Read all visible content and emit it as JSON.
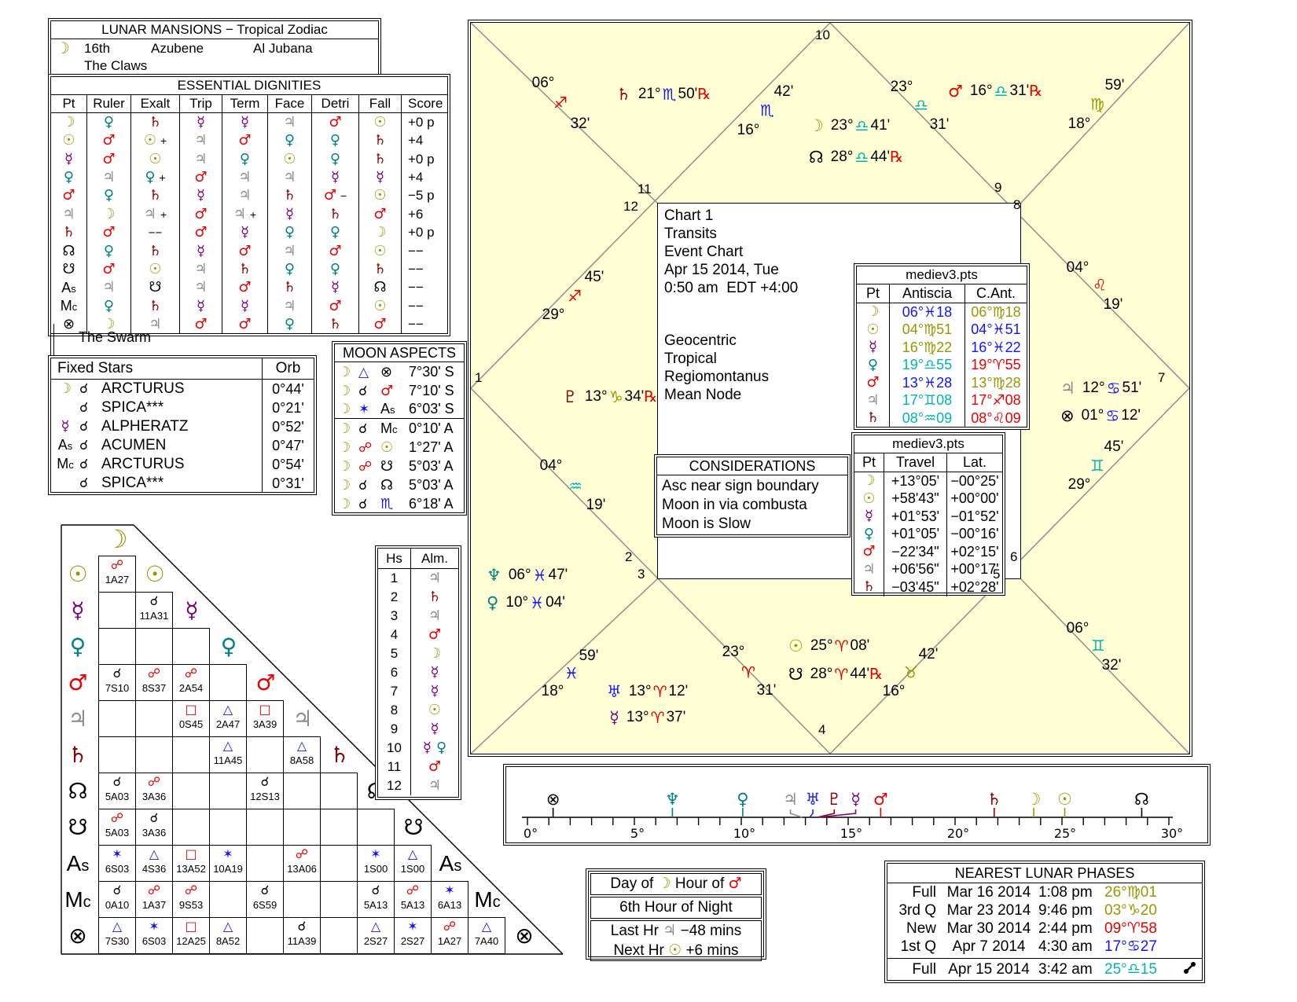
{
  "symbols": {
    "planets": {
      "moon": {
        "g": "☽",
        "c": "#979700"
      },
      "sun": {
        "g": "☉",
        "c": "#979700"
      },
      "mercury": {
        "g": "☿",
        "c": "#800080"
      },
      "venus": {
        "g": "♀",
        "c": "#008080"
      },
      "mars": {
        "g": "♂",
        "c": "#e80000"
      },
      "jupiter": {
        "g": "♃",
        "c": "#8c8c8c"
      },
      "saturn": {
        "g": "♄",
        "c": "#8b0000"
      },
      "uranus": {
        "g": "♅",
        "c": "#2424ff"
      },
      "neptune": {
        "g": "♆",
        "c": "#008080"
      },
      "pluto": {
        "g": "♇",
        "c": "#8b0000"
      },
      "nnode": {
        "g": "☊",
        "c": "#000000"
      },
      "snode": {
        "g": "☋",
        "c": "#000000"
      },
      "asc": {
        "g": "As",
        "c": "#000000",
        "text": true
      },
      "mc": {
        "g": "Mc",
        "c": "#000000",
        "text": true
      },
      "fortune": {
        "g": "⊗",
        "c": "#000000"
      }
    },
    "signs": {
      "aries": {
        "g": "♈",
        "c": "#e80000"
      },
      "taurus": {
        "g": "♉",
        "c": "#979700"
      },
      "gemini": {
        "g": "♊",
        "c": "#00b4b4"
      },
      "cancer": {
        "g": "♋",
        "c": "#1414ff"
      },
      "leo": {
        "g": "♌",
        "c": "#e80000"
      },
      "virgo": {
        "g": "♍",
        "c": "#979700"
      },
      "libra": {
        "g": "♎",
        "c": "#00b4b4"
      },
      "scorpio": {
        "g": "♏",
        "c": "#1414ff"
      },
      "sagittarius": {
        "g": "♐",
        "c": "#e80000"
      },
      "capricorn": {
        "g": "♑",
        "c": "#979700"
      },
      "aquarius": {
        "g": "♒",
        "c": "#00b4b4"
      },
      "pisces": {
        "g": "♓",
        "c": "#1414ff"
      }
    },
    "aspects": {
      "con": {
        "g": "☌",
        "c": "#000000"
      },
      "opp": {
        "g": "☍",
        "c": "#e80000"
      },
      "sq": {
        "g": "□",
        "c": "#e80000"
      },
      "tri": {
        "g": "△",
        "c": "#1414ff"
      },
      "sex": {
        "g": "✶",
        "c": "#1414ff"
      }
    },
    "rx": {
      "g": "℞",
      "c": "#e80000"
    }
  },
  "lunar_mansions": {
    "title": "LUNAR MANSIONS − Tropical Zodiac",
    "pt": "moon",
    "number": "16th",
    "name": "Azubene",
    "alt_name": "Al Jubana",
    "meaning": "The Claws"
  },
  "dignities": {
    "title": "ESSENTIAL DIGNITIES",
    "columns": [
      "Pt",
      "Ruler",
      "Exalt",
      "Trip",
      "Term",
      "Face",
      "Detri",
      "Fall",
      "Score"
    ],
    "rows": [
      {
        "pt": "moon",
        "cells": [
          "venus",
          "saturn",
          "mercury",
          "mercury",
          "jupiter",
          "mars",
          "sun"
        ],
        "score": "+0 p"
      },
      {
        "pt": "sun",
        "cells": [
          "mars",
          "sun+",
          "jupiter",
          "mars",
          "venus",
          "venus",
          "saturn"
        ],
        "score": "+4"
      },
      {
        "pt": "mercury",
        "cells": [
          "mars",
          "sun",
          "jupiter",
          "venus",
          "sun",
          "venus",
          "saturn"
        ],
        "score": "+0 p"
      },
      {
        "pt": "venus",
        "cells": [
          "jupiter",
          "venus+",
          "mars",
          "jupiter",
          "jupiter",
          "mercury",
          "mercury"
        ],
        "score": "+4"
      },
      {
        "pt": "mars",
        "cells": [
          "venus",
          "saturn",
          "mercury",
          "jupiter",
          "saturn",
          "mars-",
          "sun"
        ],
        "score": "−5 p"
      },
      {
        "pt": "jupiter",
        "cells": [
          "moon",
          "jupiter+",
          "mars",
          "jupiter+",
          "mercury",
          "saturn",
          "mars"
        ],
        "score": "+6"
      },
      {
        "pt": "saturn",
        "cells": [
          "mars",
          "--",
          "mars",
          "mercury",
          "venus",
          "venus",
          "moon"
        ],
        "score": "+0 p"
      },
      {
        "pt": "nnode",
        "cells": [
          "venus",
          "saturn",
          "mercury",
          "mars",
          "jupiter",
          "mars",
          "sun"
        ],
        "score": "−−"
      },
      {
        "pt": "snode",
        "cells": [
          "mars",
          "sun",
          "jupiter",
          "saturn",
          "venus",
          "venus",
          "saturn"
        ],
        "score": "−−"
      },
      {
        "pt": "asc",
        "cells": [
          "jupiter",
          "snode",
          "jupiter",
          "mars",
          "saturn",
          "mercury",
          "nnode"
        ],
        "score": "−−"
      },
      {
        "pt": "mc",
        "cells": [
          "venus",
          "saturn",
          "mercury",
          "mercury",
          "jupiter",
          "mars",
          "sun"
        ],
        "score": "−−"
      },
      {
        "pt": "fortune",
        "cells": [
          "moon",
          "jupiter",
          "mars",
          "mars",
          "venus",
          "saturn",
          "mars"
        ],
        "score": "−−"
      }
    ]
  },
  "swarm_label": "The Swarm",
  "fixed_stars": {
    "header": "Fixed Stars",
    "orb_header": "Orb",
    "rows": [
      {
        "pt": "moon",
        "asp": "con",
        "star": "ARCTURUS",
        "orb": "0°44'"
      },
      {
        "pt": null,
        "asp": "con",
        "star": "SPICA***",
        "orb": "0°21'"
      },
      {
        "pt": "mercury",
        "asp": "con",
        "star": "ALPHERATZ",
        "orb": "0°52'"
      },
      {
        "pt": "asc",
        "asp": "con",
        "star": "ACUMEN",
        "orb": "0°47'"
      },
      {
        "pt": "mc",
        "asp": "con",
        "star": "ARCTURUS",
        "orb": "0°54'"
      },
      {
        "pt": null,
        "asp": "con",
        "star": "SPICA***",
        "orb": "0°31'"
      }
    ]
  },
  "moon_aspects": {
    "title": "MOON ASPECTS",
    "rows": [
      {
        "asp": "tri",
        "to_planet": "fortune",
        "orb": "7°30' S",
        "sep": false
      },
      {
        "asp": "con",
        "to_planet": "mars",
        "orb": "7°10' S",
        "sep": false
      },
      {
        "asp": "sex",
        "to_planet": "asc",
        "orb": "6°03' S",
        "sep": true
      },
      {
        "asp": "con",
        "to_planet": "mc",
        "orb": "0°10' A",
        "sep": false
      },
      {
        "asp": "opp",
        "to_planet": "sun",
        "orb": "1°27' A",
        "sep": false
      },
      {
        "asp": "opp",
        "to_planet": "snode",
        "orb": "5°03' A",
        "sep": false
      },
      {
        "asp": "con",
        "to_planet": "nnode",
        "orb": "5°03' A",
        "sep": false
      },
      {
        "asp": "con",
        "to_sign": "scorpio",
        "orb": "6°18' A",
        "sep": false
      }
    ]
  },
  "aspect_grid": {
    "points": [
      "moon",
      "sun",
      "mercury",
      "venus",
      "mars",
      "jupiter",
      "saturn",
      "nnode",
      "snode",
      "asc",
      "mc",
      "fortune"
    ],
    "rows": [
      [
        {
          "asp": "opp",
          "v": "1A27"
        }
      ],
      [
        null,
        {
          "asp": "con",
          "v": "11A31"
        }
      ],
      [
        null,
        null,
        null
      ],
      [
        {
          "asp": "con",
          "v": "7S10"
        },
        {
          "asp": "opp",
          "v": "8S37"
        },
        {
          "asp": "opp",
          "v": "2A54"
        },
        null
      ],
      [
        null,
        null,
        {
          "asp": "sq",
          "v": "0S45"
        },
        {
          "asp": "tri",
          "v": "2A47"
        },
        {
          "asp": "sq",
          "v": "3A39"
        }
      ],
      [
        null,
        null,
        null,
        {
          "asp": "tri",
          "v": "11A45"
        },
        null,
        {
          "asp": "tri",
          "v": "8A58"
        }
      ],
      [
        {
          "asp": "con",
          "v": "5A03"
        },
        {
          "asp": "opp",
          "v": "3A36"
        },
        null,
        null,
        {
          "asp": "con",
          "v": "12S13"
        },
        null,
        null
      ],
      [
        {
          "asp": "opp",
          "v": "5A03"
        },
        {
          "asp": "con",
          "v": "3A36"
        },
        null,
        null,
        null,
        null,
        null,
        null
      ],
      [
        {
          "asp": "sex",
          "v": "6S03"
        },
        {
          "asp": "tri",
          "v": "4S36"
        },
        {
          "asp": "sq",
          "v": "13A52"
        },
        {
          "asp": "sex",
          "v": "10A19"
        },
        null,
        {
          "asp": "opp",
          "v": "13A06"
        },
        null,
        {
          "asp": "sex",
          "v": "1S00"
        },
        {
          "asp": "tri",
          "v": "1S00"
        }
      ],
      [
        {
          "asp": "con",
          "v": "0A10"
        },
        {
          "asp": "opp",
          "v": "1A37"
        },
        {
          "asp": "opp",
          "v": "9S53"
        },
        null,
        {
          "asp": "con",
          "v": "6S59"
        },
        null,
        null,
        {
          "asp": "con",
          "v": "5A13"
        },
        {
          "asp": "opp",
          "v": "5A13"
        },
        {
          "asp": "sex",
          "v": "6A13"
        }
      ],
      [
        {
          "asp": "tri",
          "v": "7S30"
        },
        {
          "asp": "sex",
          "v": "6S03"
        },
        {
          "asp": "sq",
          "v": "12A25"
        },
        {
          "asp": "tri",
          "v": "8A52"
        },
        null,
        {
          "asp": "con",
          "v": "11A39"
        },
        null,
        {
          "asp": "tri",
          "v": "2S27"
        },
        {
          "asp": "sex",
          "v": "2S27"
        },
        {
          "asp": "opp",
          "v": "1A27"
        },
        {
          "asp": "tri",
          "v": "7A40"
        }
      ]
    ]
  },
  "hs_alm": {
    "headers": [
      "Hs",
      "Alm."
    ],
    "rows": [
      {
        "h": "1",
        "alm": [
          "jupiter"
        ]
      },
      {
        "h": "2",
        "alm": [
          "saturn"
        ]
      },
      {
        "h": "3",
        "alm": [
          "jupiter"
        ]
      },
      {
        "h": "4",
        "alm": [
          "mars"
        ]
      },
      {
        "h": "5",
        "alm": [
          "moon"
        ]
      },
      {
        "h": "6",
        "alm": [
          "mercury"
        ]
      },
      {
        "h": "7",
        "alm": [
          "mercury"
        ]
      },
      {
        "h": "8",
        "alm": [
          "sun"
        ]
      },
      {
        "h": "9",
        "alm": [
          "mercury"
        ]
      },
      {
        "h": "10",
        "alm": [
          "mercury",
          "venus"
        ]
      },
      {
        "h": "11",
        "alm": [
          "mars"
        ]
      },
      {
        "h": "12",
        "alm": [
          "jupiter"
        ]
      }
    ]
  },
  "chart": {
    "info_lines": [
      "Chart 1",
      "Transits",
      "Event Chart",
      "Apr 15 2014, Tue",
      "0:50 am  EDT +4:00"
    ],
    "settings_lines": [
      "Geocentric",
      "Tropical",
      "Regiomontanus",
      "Mean Node"
    ],
    "house_numbers": [
      "1",
      "2",
      "3",
      "4",
      "5",
      "6",
      "7",
      "8",
      "9",
      "10",
      "11",
      "12"
    ],
    "cusps": [
      {
        "house": 1,
        "deg": "29°",
        "sign": "sagittarius",
        "min": "45'"
      },
      {
        "house": 2,
        "deg": "04°",
        "sign": "aquarius",
        "min": "19'"
      },
      {
        "house": 3,
        "deg": "18°",
        "sign": "pisces",
        "min": "59'"
      },
      {
        "house": 4,
        "deg": "23°",
        "sign": "aries",
        "min": "31'"
      },
      {
        "house": 5,
        "deg": "16°",
        "sign": "taurus",
        "min": "42'"
      },
      {
        "house": 6,
        "deg": "06°",
        "sign": "gemini",
        "min": "32'"
      },
      {
        "house": 7,
        "deg": "29°",
        "sign": "gemini",
        "min": "45'"
      },
      {
        "house": 8,
        "deg": "04°",
        "sign": "leo",
        "min": "19'"
      },
      {
        "house": 9,
        "deg": "18°",
        "sign": "virgo",
        "min": "59'"
      },
      {
        "house": 10,
        "deg": "23°",
        "sign": "libra",
        "min": "31'"
      },
      {
        "house": 11,
        "deg": "16°",
        "sign": "scorpio",
        "min": "42'"
      },
      {
        "house": 12,
        "deg": "06°",
        "sign": "sagittarius",
        "min": "32'"
      }
    ],
    "planets": [
      {
        "pt": "saturn",
        "deg": "21°",
        "sign": "scorpio",
        "min": "50'",
        "rx": true
      },
      {
        "pt": "moon",
        "deg": "23°",
        "sign": "libra",
        "min": "41'",
        "rx": false
      },
      {
        "pt": "nnode",
        "deg": "28°",
        "sign": "libra",
        "min": "44'",
        "rx": true
      },
      {
        "pt": "mars",
        "deg": "16°",
        "sign": "libra",
        "min": "31'",
        "rx": true
      },
      {
        "pt": "pluto",
        "deg": "13°",
        "sign": "capricorn",
        "min": "34'",
        "rx": true
      },
      {
        "pt": "neptune",
        "deg": "06°",
        "sign": "pisces",
        "min": "47'",
        "rx": false
      },
      {
        "pt": "venus",
        "deg": "10°",
        "sign": "pisces",
        "min": "04'",
        "rx": false
      },
      {
        "pt": "uranus",
        "deg": "13°",
        "sign": "aries",
        "min": "12'",
        "rx": false
      },
      {
        "pt": "mercury",
        "deg": "13°",
        "sign": "aries",
        "min": "37'",
        "rx": false
      },
      {
        "pt": "sun",
        "deg": "25°",
        "sign": "aries",
        "min": "08'",
        "rx": false
      },
      {
        "pt": "snode",
        "deg": "28°",
        "sign": "aries",
        "min": "44'",
        "rx": true
      },
      {
        "pt": "jupiter",
        "deg": "12°",
        "sign": "cancer",
        "min": "51'",
        "rx": false
      },
      {
        "pt": "fortune",
        "deg": "01°",
        "sign": "cancer",
        "min": "12'",
        "rx": false
      }
    ]
  },
  "antiscia": {
    "title": "mediev3.pts",
    "headers": [
      "Pt",
      "Antiscia",
      "C.Ant."
    ],
    "rows": [
      {
        "pt": "moon",
        "a": [
          "06°",
          "pisces",
          "18"
        ],
        "ca": [
          "06°",
          "virgo",
          "18"
        ]
      },
      {
        "pt": "sun",
        "a": [
          "04°",
          "virgo",
          "51"
        ],
        "ca": [
          "04°",
          "pisces",
          "51"
        ]
      },
      {
        "pt": "mercury",
        "a": [
          "16°",
          "virgo",
          "22"
        ],
        "ca": [
          "16°",
          "pisces",
          "22"
        ]
      },
      {
        "pt": "venus",
        "a": [
          "19°",
          "libra",
          "55"
        ],
        "ca": [
          "19°",
          "aries",
          "55"
        ]
      },
      {
        "pt": "mars",
        "a": [
          "13°",
          "pisces",
          "28"
        ],
        "ca": [
          "13°",
          "virgo",
          "28"
        ]
      },
      {
        "pt": "jupiter",
        "a": [
          "17°",
          "gemini",
          "08"
        ],
        "ca": [
          "17°",
          "sagittarius",
          "08"
        ]
      },
      {
        "pt": "saturn",
        "a": [
          "08°",
          "aquarius",
          "09"
        ],
        "ca": [
          "08°",
          "leo",
          "09"
        ]
      }
    ]
  },
  "travel": {
    "title": "mediev3.pts",
    "headers": [
      "Pt",
      "Travel",
      "Lat."
    ],
    "rows": [
      {
        "pt": "moon",
        "travel": "+13°05'",
        "lat": "−00°25'"
      },
      {
        "pt": "sun",
        "travel": "+58'43\"",
        "lat": "+00°00'"
      },
      {
        "pt": "mercury",
        "travel": "+01°53'",
        "lat": "−01°52'"
      },
      {
        "pt": "venus",
        "travel": "+01°05'",
        "lat": "−00°16'"
      },
      {
        "pt": "mars",
        "travel": "−22'34\"",
        "lat": "+02°15'"
      },
      {
        "pt": "jupiter",
        "travel": "+06'56\"",
        "lat": "+00°17'"
      },
      {
        "pt": "saturn",
        "travel": "−03'45\"",
        "lat": "+02°28'"
      }
    ]
  },
  "considerations": {
    "title": "CONSIDERATIONS",
    "items": [
      "Asc near sign boundary",
      "Moon in via combusta",
      "Moon is Slow"
    ]
  },
  "scale": {
    "min": 0,
    "max": 30,
    "tick_labels": [
      "0°",
      "5°",
      "10°",
      "15°",
      "20°",
      "25°",
      "30°"
    ],
    "points": [
      {
        "pt": "fortune",
        "deg": 1.2
      },
      {
        "pt": "neptune",
        "deg": 6.78
      },
      {
        "pt": "venus",
        "deg": 10.07
      },
      {
        "pt": "jupiter",
        "deg": 12.85,
        "gx": 12.3
      },
      {
        "pt": "uranus",
        "deg": 13.2,
        "gx": 13.35
      },
      {
        "pt": "pluto",
        "deg": 13.57,
        "gx": 14.35
      },
      {
        "pt": "mercury",
        "deg": 13.62,
        "gx": 15.35
      },
      {
        "pt": "mars",
        "deg": 16.52
      },
      {
        "pt": "saturn",
        "deg": 21.83
      },
      {
        "pt": "moon",
        "deg": 23.68
      },
      {
        "pt": "sun",
        "deg": 25.13
      },
      {
        "pt": "nnode",
        "deg": 28.73
      }
    ]
  },
  "day_hour": {
    "day_label": "Day of",
    "day_pt": "moon",
    "hour_label": "Hour of",
    "hour_pt": "mars",
    "line2": "6th Hour of Night",
    "last_hr": {
      "label": "Last Hr",
      "pt": "jupiter",
      "value": "−48 mins"
    },
    "next_hr": {
      "label": "Next Hr",
      "pt": "sun",
      "value": "+6 mins"
    }
  },
  "lunar_phases": {
    "title": "NEAREST LUNAR PHASES",
    "rows": [
      {
        "phase": "Full",
        "date": "Mar 16 2014",
        "time": "1:08 pm",
        "pos": [
          "26°",
          "virgo",
          "01"
        ]
      },
      {
        "phase": "3rd Q",
        "date": "Mar 23 2014",
        "time": "9:46 pm",
        "pos": [
          "03°",
          "capricorn",
          "20"
        ]
      },
      {
        "phase": "New",
        "date": "Mar 30 2014",
        "time": "2:44 pm",
        "pos": [
          "09°",
          "aries",
          "58"
        ]
      },
      {
        "phase": "1st Q",
        "date": "Apr 7 2014",
        "time": "4:30 am",
        "pos": [
          "17°",
          "cancer",
          "27"
        ]
      }
    ],
    "highlight": {
      "phase": "Full",
      "date": "Apr 15 2014",
      "time": "3:42 am",
      "pos": [
        "25°",
        "libra",
        "15"
      ],
      "eclipse": true
    }
  }
}
